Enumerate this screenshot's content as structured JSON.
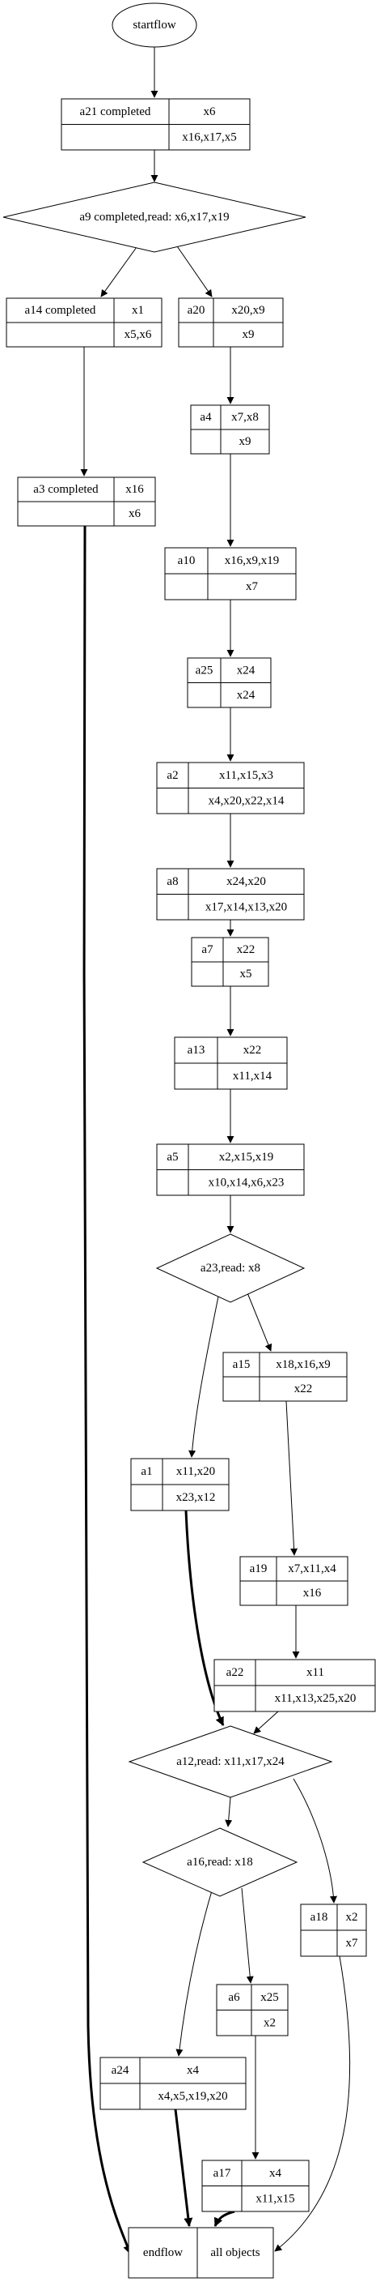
{
  "start": "startflow",
  "nodes": [
    {
      "id": "a21",
      "type": "box",
      "name": "a21 completed",
      "outputs": "x6",
      "inputs": "x16,x17,x5"
    },
    {
      "id": "a9",
      "type": "diamond",
      "label": "a9 completed,read: x6,x17,x19"
    },
    {
      "id": "a14",
      "type": "box",
      "name": "a14 completed",
      "outputs": "x1",
      "inputs": "x5,x6"
    },
    {
      "id": "a20",
      "type": "box",
      "name": "a20",
      "outputs": "x20,x9",
      "inputs": "x9"
    },
    {
      "id": "a4",
      "type": "box",
      "name": "a4",
      "outputs": "x7,x8",
      "inputs": "x9"
    },
    {
      "id": "a3",
      "type": "box",
      "name": "a3 completed",
      "outputs": "x16",
      "inputs": "x6"
    },
    {
      "id": "a10",
      "type": "box",
      "name": "a10",
      "outputs": "x16,x9,x19",
      "inputs": "x7"
    },
    {
      "id": "a25",
      "type": "box",
      "name": "a25",
      "outputs": "x24",
      "inputs": "x24"
    },
    {
      "id": "a2",
      "type": "box",
      "name": "a2",
      "outputs": "x11,x15,x3",
      "inputs": "x4,x20,x22,x14"
    },
    {
      "id": "a8",
      "type": "box",
      "name": "a8",
      "outputs": "x24,x20",
      "inputs": "x17,x14,x13,x20"
    },
    {
      "id": "a7",
      "type": "box",
      "name": "a7",
      "outputs": "x22",
      "inputs": "x5"
    },
    {
      "id": "a13",
      "type": "box",
      "name": "a13",
      "outputs": "x22",
      "inputs": "x11,x14"
    },
    {
      "id": "a5",
      "type": "box",
      "name": "a5",
      "outputs": "x2,x15,x19",
      "inputs": "x10,x14,x6,x23"
    },
    {
      "id": "a23",
      "type": "diamond",
      "label": "a23,read: x8"
    },
    {
      "id": "a15",
      "type": "box",
      "name": "a15",
      "outputs": "x18,x16,x9",
      "inputs": "x22"
    },
    {
      "id": "a1",
      "type": "box",
      "name": "a1",
      "outputs": "x11,x20",
      "inputs": "x23,x12"
    },
    {
      "id": "a19",
      "type": "box",
      "name": "a19",
      "outputs": "x7,x11,x4",
      "inputs": "x16"
    },
    {
      "id": "a22",
      "type": "box",
      "name": "a22",
      "outputs": "x11",
      "inputs": "x11,x13,x25,x20"
    },
    {
      "id": "a12",
      "type": "diamond",
      "label": "a12,read: x11,x17,x24"
    },
    {
      "id": "a16",
      "type": "diamond",
      "label": "a16,read: x18"
    },
    {
      "id": "a18",
      "type": "box",
      "name": "a18",
      "outputs": "x2",
      "inputs": "x7"
    },
    {
      "id": "a6",
      "type": "box",
      "name": "a6",
      "outputs": "x25",
      "inputs": "x2"
    },
    {
      "id": "a24",
      "type": "box",
      "name": "a24",
      "outputs": "x4",
      "inputs": "x4,x5,x19,x20"
    },
    {
      "id": "a17",
      "type": "box",
      "name": "a17",
      "outputs": "x4",
      "inputs": "x11,x15"
    },
    {
      "id": "endflow",
      "type": "end",
      "name": "endflow",
      "outputs": "all objects"
    }
  ],
  "edges": [
    {
      "from": "startflow",
      "to": "a21",
      "bold": false
    },
    {
      "from": "a21",
      "to": "a9",
      "bold": false
    },
    {
      "from": "a9",
      "to": "a14",
      "bold": false
    },
    {
      "from": "a9",
      "to": "a20",
      "bold": false
    },
    {
      "from": "a14",
      "to": "a3",
      "bold": false
    },
    {
      "from": "a20",
      "to": "a4",
      "bold": false
    },
    {
      "from": "a4",
      "to": "a10",
      "bold": false
    },
    {
      "from": "a10",
      "to": "a25",
      "bold": false
    },
    {
      "from": "a25",
      "to": "a2",
      "bold": false
    },
    {
      "from": "a2",
      "to": "a8",
      "bold": false
    },
    {
      "from": "a8",
      "to": "a7",
      "bold": false
    },
    {
      "from": "a7",
      "to": "a13",
      "bold": false
    },
    {
      "from": "a13",
      "to": "a5",
      "bold": false
    },
    {
      "from": "a5",
      "to": "a23",
      "bold": false
    },
    {
      "from": "a23",
      "to": "a1",
      "bold": false
    },
    {
      "from": "a23",
      "to": "a15",
      "bold": false
    },
    {
      "from": "a15",
      "to": "a19",
      "bold": false
    },
    {
      "from": "a19",
      "to": "a22",
      "bold": false
    },
    {
      "from": "a1",
      "to": "a12",
      "bold": true
    },
    {
      "from": "a22",
      "to": "a12",
      "bold": false
    },
    {
      "from": "a12",
      "to": "a16",
      "bold": false
    },
    {
      "from": "a12",
      "to": "a18",
      "bold": false
    },
    {
      "from": "a16",
      "to": "a24",
      "bold": false
    },
    {
      "from": "a16",
      "to": "a6",
      "bold": false
    },
    {
      "from": "a6",
      "to": "a17",
      "bold": false
    },
    {
      "from": "a3",
      "to": "endflow",
      "bold": true
    },
    {
      "from": "a24",
      "to": "endflow",
      "bold": true
    },
    {
      "from": "a17",
      "to": "endflow",
      "bold": true
    },
    {
      "from": "a18",
      "to": "endflow",
      "bold": false
    }
  ]
}
